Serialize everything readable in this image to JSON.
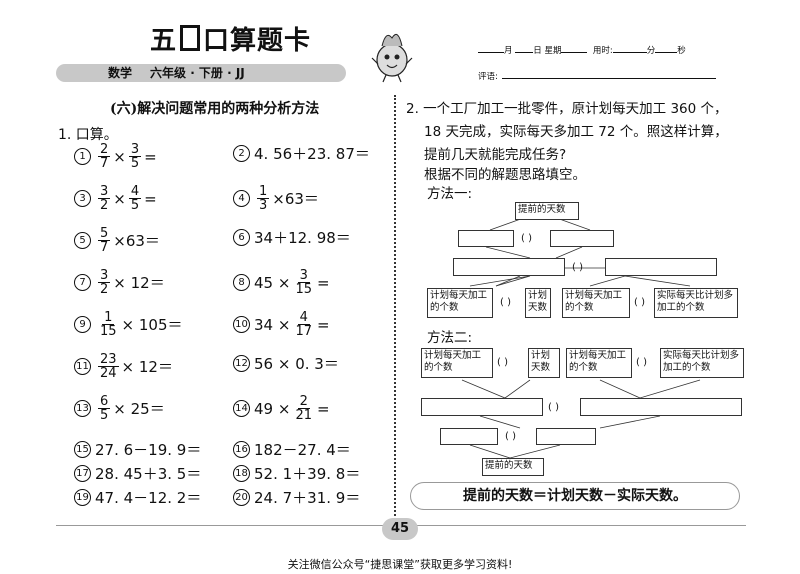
{
  "header": {
    "brand_pre": "五",
    "brand_post": "口算题卡",
    "subject": "数学",
    "grade": "六年级 · 下册 · JJ",
    "date_fields": [
      "月",
      "日",
      "星期",
      "用时:",
      "分",
      "秒"
    ],
    "comment_label": "评语:"
  },
  "left": {
    "section_title": "(六)解决问题常用的两种分析方法",
    "q1_title": "1. 口算。",
    "items": [
      {
        "num": "1",
        "parts": [
          {
            "f": [
              "2",
              "7"
            ]
          },
          {
            "t": "×"
          },
          {
            "f": [
              "3",
              "5"
            ]
          },
          {
            "t": "="
          }
        ]
      },
      {
        "num": "2",
        "parts": [
          {
            "t": "4. 56＋23. 87＝"
          }
        ]
      },
      {
        "num": "3",
        "parts": [
          {
            "f": [
              "3",
              "2"
            ]
          },
          {
            "t": "×"
          },
          {
            "f": [
              "4",
              "5"
            ]
          },
          {
            "t": "="
          }
        ]
      },
      {
        "num": "4",
        "parts": [
          {
            "f": [
              "1",
              "3"
            ]
          },
          {
            "t": "×63＝"
          }
        ]
      },
      {
        "num": "5",
        "parts": [
          {
            "f": [
              "5",
              "7"
            ]
          },
          {
            "t": "×63＝"
          }
        ]
      },
      {
        "num": "6",
        "parts": [
          {
            "t": "34＋12. 98＝"
          }
        ]
      },
      {
        "num": "7",
        "parts": [
          {
            "f": [
              "3",
              "2"
            ]
          },
          {
            "t": "× 12＝"
          }
        ]
      },
      {
        "num": "8",
        "parts": [
          {
            "t": "45 ×"
          },
          {
            "f": [
              "3",
              "15"
            ]
          },
          {
            "t": "="
          }
        ]
      },
      {
        "num": "9",
        "parts": [
          {
            "f": [
              "1",
              "15"
            ]
          },
          {
            "t": "× 105＝"
          }
        ]
      },
      {
        "num": "10",
        "parts": [
          {
            "t": "34 ×"
          },
          {
            "f": [
              "4",
              "17"
            ]
          },
          {
            "t": "="
          }
        ]
      },
      {
        "num": "11",
        "parts": [
          {
            "f": [
              "23",
              "24"
            ]
          },
          {
            "t": "× 12＝"
          }
        ]
      },
      {
        "num": "12",
        "parts": [
          {
            "t": "56 × 0. 3＝"
          }
        ]
      },
      {
        "num": "13",
        "parts": [
          {
            "f": [
              "6",
              "5"
            ]
          },
          {
            "t": "× 25＝"
          }
        ]
      },
      {
        "num": "14",
        "parts": [
          {
            "t": "49 ×"
          },
          {
            "f": [
              "2",
              "21"
            ]
          },
          {
            "t": "="
          }
        ]
      },
      {
        "num": "15",
        "parts": [
          {
            "t": "27. 6－19. 9＝"
          }
        ]
      },
      {
        "num": "16",
        "parts": [
          {
            "t": "182－27. 4＝"
          }
        ]
      },
      {
        "num": "17",
        "parts": [
          {
            "t": "28. 45＋3. 5＝"
          }
        ]
      },
      {
        "num": "18",
        "parts": [
          {
            "t": "52. 1＋39. 8＝"
          }
        ]
      },
      {
        "num": "19",
        "parts": [
          {
            "t": "47. 4－12. 2＝"
          }
        ]
      },
      {
        "num": "20",
        "parts": [
          {
            "t": "24. 7＋31. 9＝"
          }
        ]
      }
    ]
  },
  "right": {
    "q2_lines": [
      "2. 一个工厂加工一批零件，原计划每天加工 360 个，",
      "18 天完成，实际每天多加工 72 个。照这样计算，",
      "提前几天就能完成任务?",
      "根据不同的解题思路填空。"
    ],
    "method1": "方法一:",
    "method2": "方法二:",
    "paren": "(    )",
    "m1_boxes": {
      "top": "提前的天数",
      "b1": "计划每天加工的个数",
      "b2": "计划天数",
      "b3": "计划每天加工的个数",
      "b4": "实际每天比计划多加工的个数"
    },
    "m2_boxes": {
      "b1": "计划每天加工的个数",
      "b2": "计划天数",
      "b3": "计划每天加工的个数",
      "b4": "实际每天比计划多加工的个数",
      "bottom": "提前的天数"
    },
    "formula": "提前的天数＝计划天数－实际天数。"
  },
  "footer": {
    "page_number": "45",
    "note": "关注微信公众号“捷思课堂”获取更多学习资料!"
  }
}
